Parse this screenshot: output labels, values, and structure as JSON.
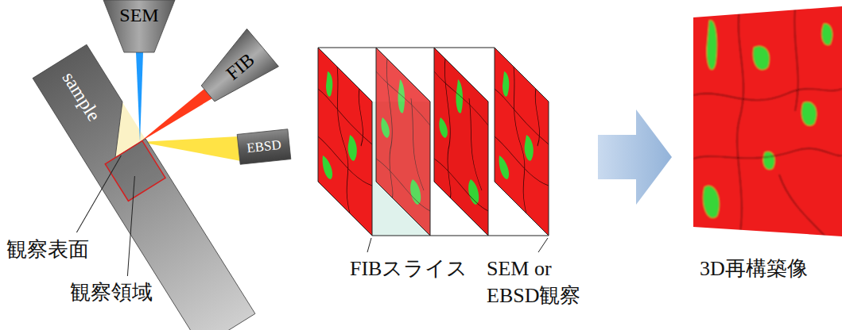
{
  "diagram": {
    "nodes": [
      {
        "text": [
          "SEM"
        ]
      },
      {
        "text": [
          "FIB"
        ]
      },
      {
        "text": [
          "EBSD"
        ]
      },
      {
        "text": [
          "sample"
        ]
      }
    ],
    "labels": [
      "観察表面",
      "観察領域",
      "FIBスライス",
      "SEM or EBSD観察",
      "3D再構築像"
    ]
  }
}
